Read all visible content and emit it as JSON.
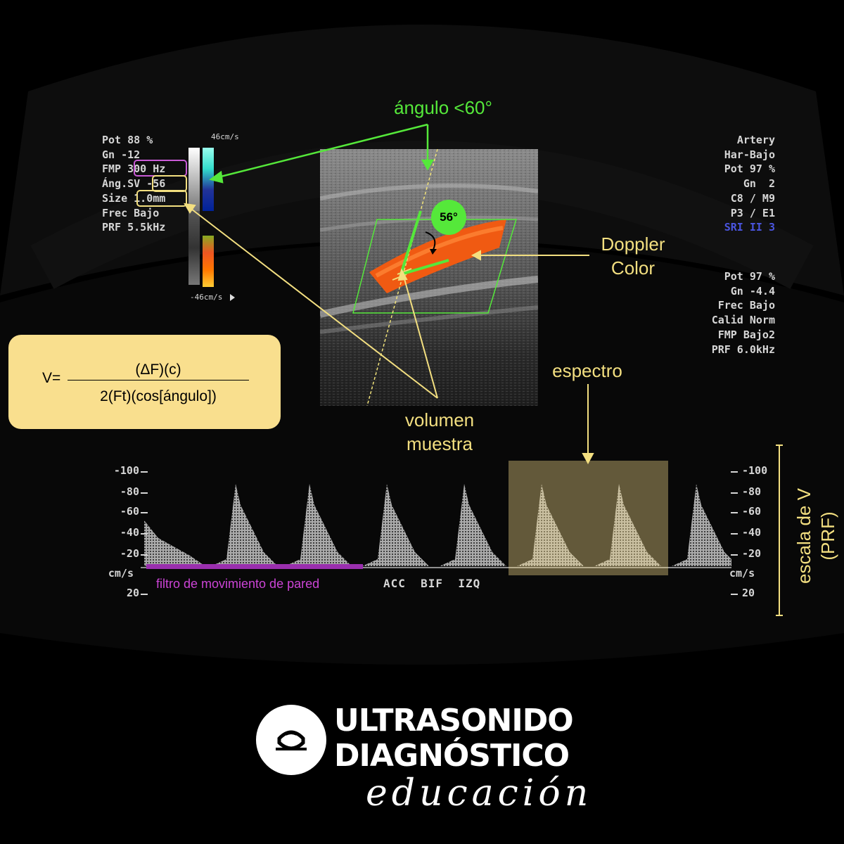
{
  "left_params": [
    "Pot 88 %",
    "Gn -12",
    "FMP 300 Hz",
    "Áng.SV -56",
    "Size 1.0mm",
    "Frec Bajo",
    "PRF 5.5kHz"
  ],
  "right_params_top": [
    "Artery",
    "Har-Bajo",
    "Pot 97 %",
    "Gn  2",
    "C8 / M9",
    "P3 / E1",
    "SRI II 3"
  ],
  "right_params_bottom": [
    "Pot 97 %",
    "Gn -4.4",
    "Frec Bajo",
    "Calid Norm",
    "FMP Bajo2",
    "PRF 6.0kHz"
  ],
  "color_bar": {
    "top_label": "46cm/s",
    "bottom_label": "-46cm/s"
  },
  "annotations": {
    "angle": "ángulo <60°",
    "angle_badge": "56°",
    "doppler_color": [
      "Doppler",
      "Color"
    ],
    "sample_volume": [
      "volumen",
      "muestra"
    ],
    "spectrum": "espectro",
    "scale": [
      "escala de V",
      "(PRF)"
    ],
    "wall_filter": "filtro de movimiento de pared",
    "vessel_label": "ACC  BIF  IZQ"
  },
  "formula": {
    "lhs": "V=",
    "numerator": "(ΔF)(c)",
    "denominator": "2(Ft)(cos[ángulo])"
  },
  "spectrum_axis": {
    "ticks": [
      "-100",
      "-80",
      "-60",
      "-40",
      "-20",
      "cm/s",
      "20"
    ]
  },
  "logo": {
    "line1": "ULTRASONIDO",
    "line2": "DIAGNÓSTICO",
    "tagline": "educación"
  },
  "colors": {
    "green": "#55e83a",
    "yellow": "#f3df80",
    "purple": "#c95bd6",
    "doppler_orange": "#f05a12",
    "formula_bg": "#f9df8e"
  }
}
